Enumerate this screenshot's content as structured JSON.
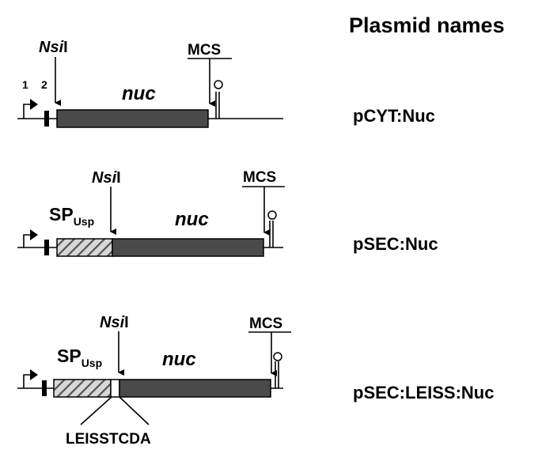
{
  "header": {
    "title": "Plasmid names"
  },
  "labels": {
    "nsi": "Nsi",
    "nsi_suffix": "I",
    "mcs": "MCS",
    "nuc": "nuc",
    "sp": "SP",
    "sp_sub": "Usp",
    "promoter_num": "1",
    "rbs_num": "2",
    "leiss_seq": "LEISSTCDA"
  },
  "constructs": [
    {
      "name": "pCYT:Nuc"
    },
    {
      "name": "pSEC:Nuc"
    },
    {
      "name": "pSEC:LEISS:Nuc"
    }
  ],
  "colors": {
    "gene": "#4a4a4a",
    "line": "#000000",
    "hatch": "#555555"
  }
}
